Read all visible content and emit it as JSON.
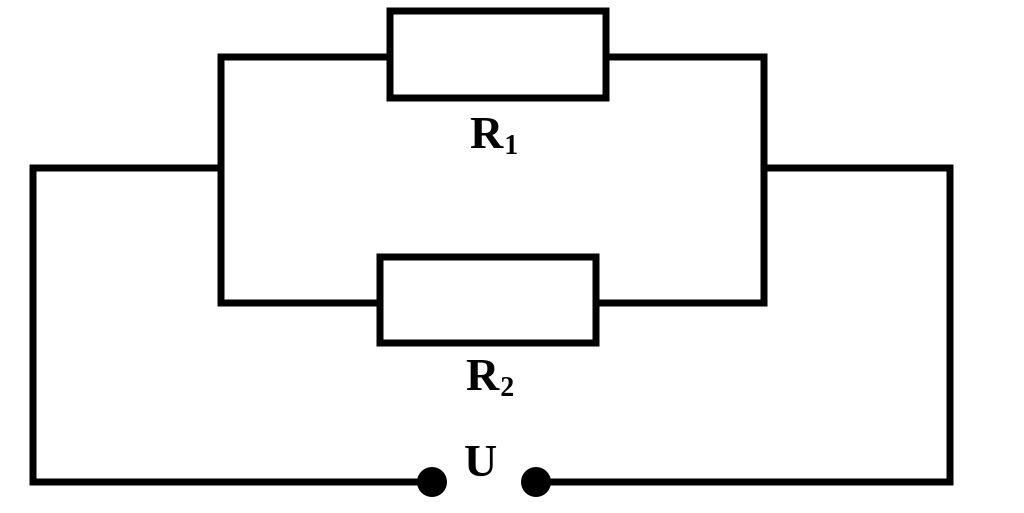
{
  "labels": {
    "r1": {
      "letter": "R",
      "sub": "1"
    },
    "r2": {
      "letter": "R",
      "sub": "2"
    },
    "u": "U"
  }
}
